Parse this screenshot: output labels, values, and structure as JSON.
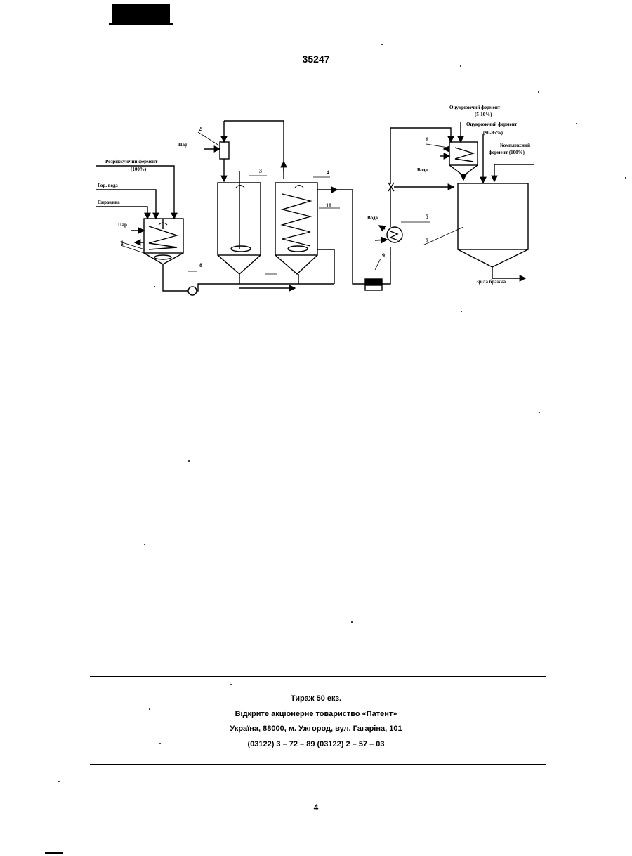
{
  "header": {
    "patent_number": "35247"
  },
  "diagram": {
    "labels": {
      "liquefying_enzyme": "Розріджуючий фермент",
      "liquefying_enzyme_pct": "(100%)",
      "hot_water": "Гор. вода",
      "raw_material": "Сировина",
      "steam_1": "Пар",
      "steam_2": "Пар",
      "saccharifying_enzyme_1": "Оцукрюючий фермент",
      "saccharifying_enzyme_1_pct": "(5-10%)",
      "saccharifying_enzyme_2": "Оцукрюючий фермент",
      "saccharifying_enzyme_2_pct": "(90-95%)",
      "complex_enzyme": "Комплексний",
      "complex_enzyme_2": "фермент (100%)",
      "water_1": "Вода",
      "water_2": "Вода",
      "mature_mash": "Зріла бражка"
    },
    "numbers": {
      "n1": "1",
      "n2": "2",
      "n3": "3",
      "n4": "4",
      "n5": "5",
      "n6": "6",
      "n7": "7",
      "n8": "8",
      "n9": "9",
      "n10": "10"
    }
  },
  "imprint": {
    "line1": "Тираж 50 екз.",
    "line2": "Відкрите акціонерне товариство «Патент»",
    "line3": "Україна, 88000, м. Ужгород, вул. Гагаріна, 101",
    "line4": "(03122) 3 – 72 – 89  (03122) 2 – 57 – 03"
  },
  "footer": {
    "page_number": "4"
  }
}
